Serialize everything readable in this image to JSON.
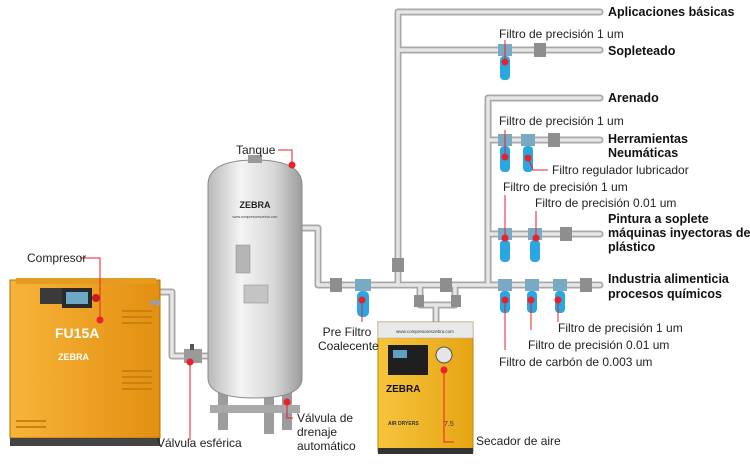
{
  "labels": {
    "aplicaciones": "Aplicaciones básicas",
    "filtro_sopleteado": "Filtro de precisión 1 um",
    "sopleteado": "Sopleteado",
    "arenado": "Arenado",
    "filtro_herramientas": "Filtro de precisión 1 um",
    "herramientas_1": "Herramientas",
    "herramientas_2": "Neumáticas",
    "filtro_regulador": "Filtro regulador lubricador",
    "filtro_pintura_1": "Filtro de precisión 1 um",
    "filtro_pintura_2": "Filtro de precisión 0.01 um",
    "pintura_1": "Pintura a soplete",
    "pintura_2": "máquinas inyectoras de",
    "pintura_3": "plástico",
    "industria_1": "Industria alimenticia",
    "industria_2": "procesos químicos",
    "filtro_ind_1": "Filtro de precisión 1 um",
    "filtro_ind_2": "Filtro de precisión 0.01 um",
    "filtro_ind_3": "Filtro de carbón de 0.003 um",
    "tanque": "Tanque",
    "compresor": "Compresor",
    "prefiltro_1": "Pre Filtro",
    "prefiltro_2": "Coalecente",
    "valvula_esferica": "Válvula esférica",
    "valvula_drenaje_1": "Válvula de",
    "valvula_drenaje_2": "drenaje",
    "valvula_drenaje_3": "automático",
    "secador": "Secador de aire"
  },
  "equipment": {
    "compressor_model": "FU15A",
    "compressor_brand": "ZEBRA",
    "tank_brand": "ZEBRA",
    "tank_url": "www.compresoreszebra.com",
    "dryer_brand": "ZEBRA",
    "dryer_url": "www.compresoreszebra.com",
    "dryer_model": "AIR DRYERS",
    "dryer_size": "7.5"
  },
  "colors": {
    "pipe": "#d9d9d9",
    "pipe_edge": "#9a9a9a",
    "filter": "#2aa7e0",
    "marker": "#e8212b",
    "compressor": "#f2a01c",
    "dryer": "#f1b21f"
  }
}
